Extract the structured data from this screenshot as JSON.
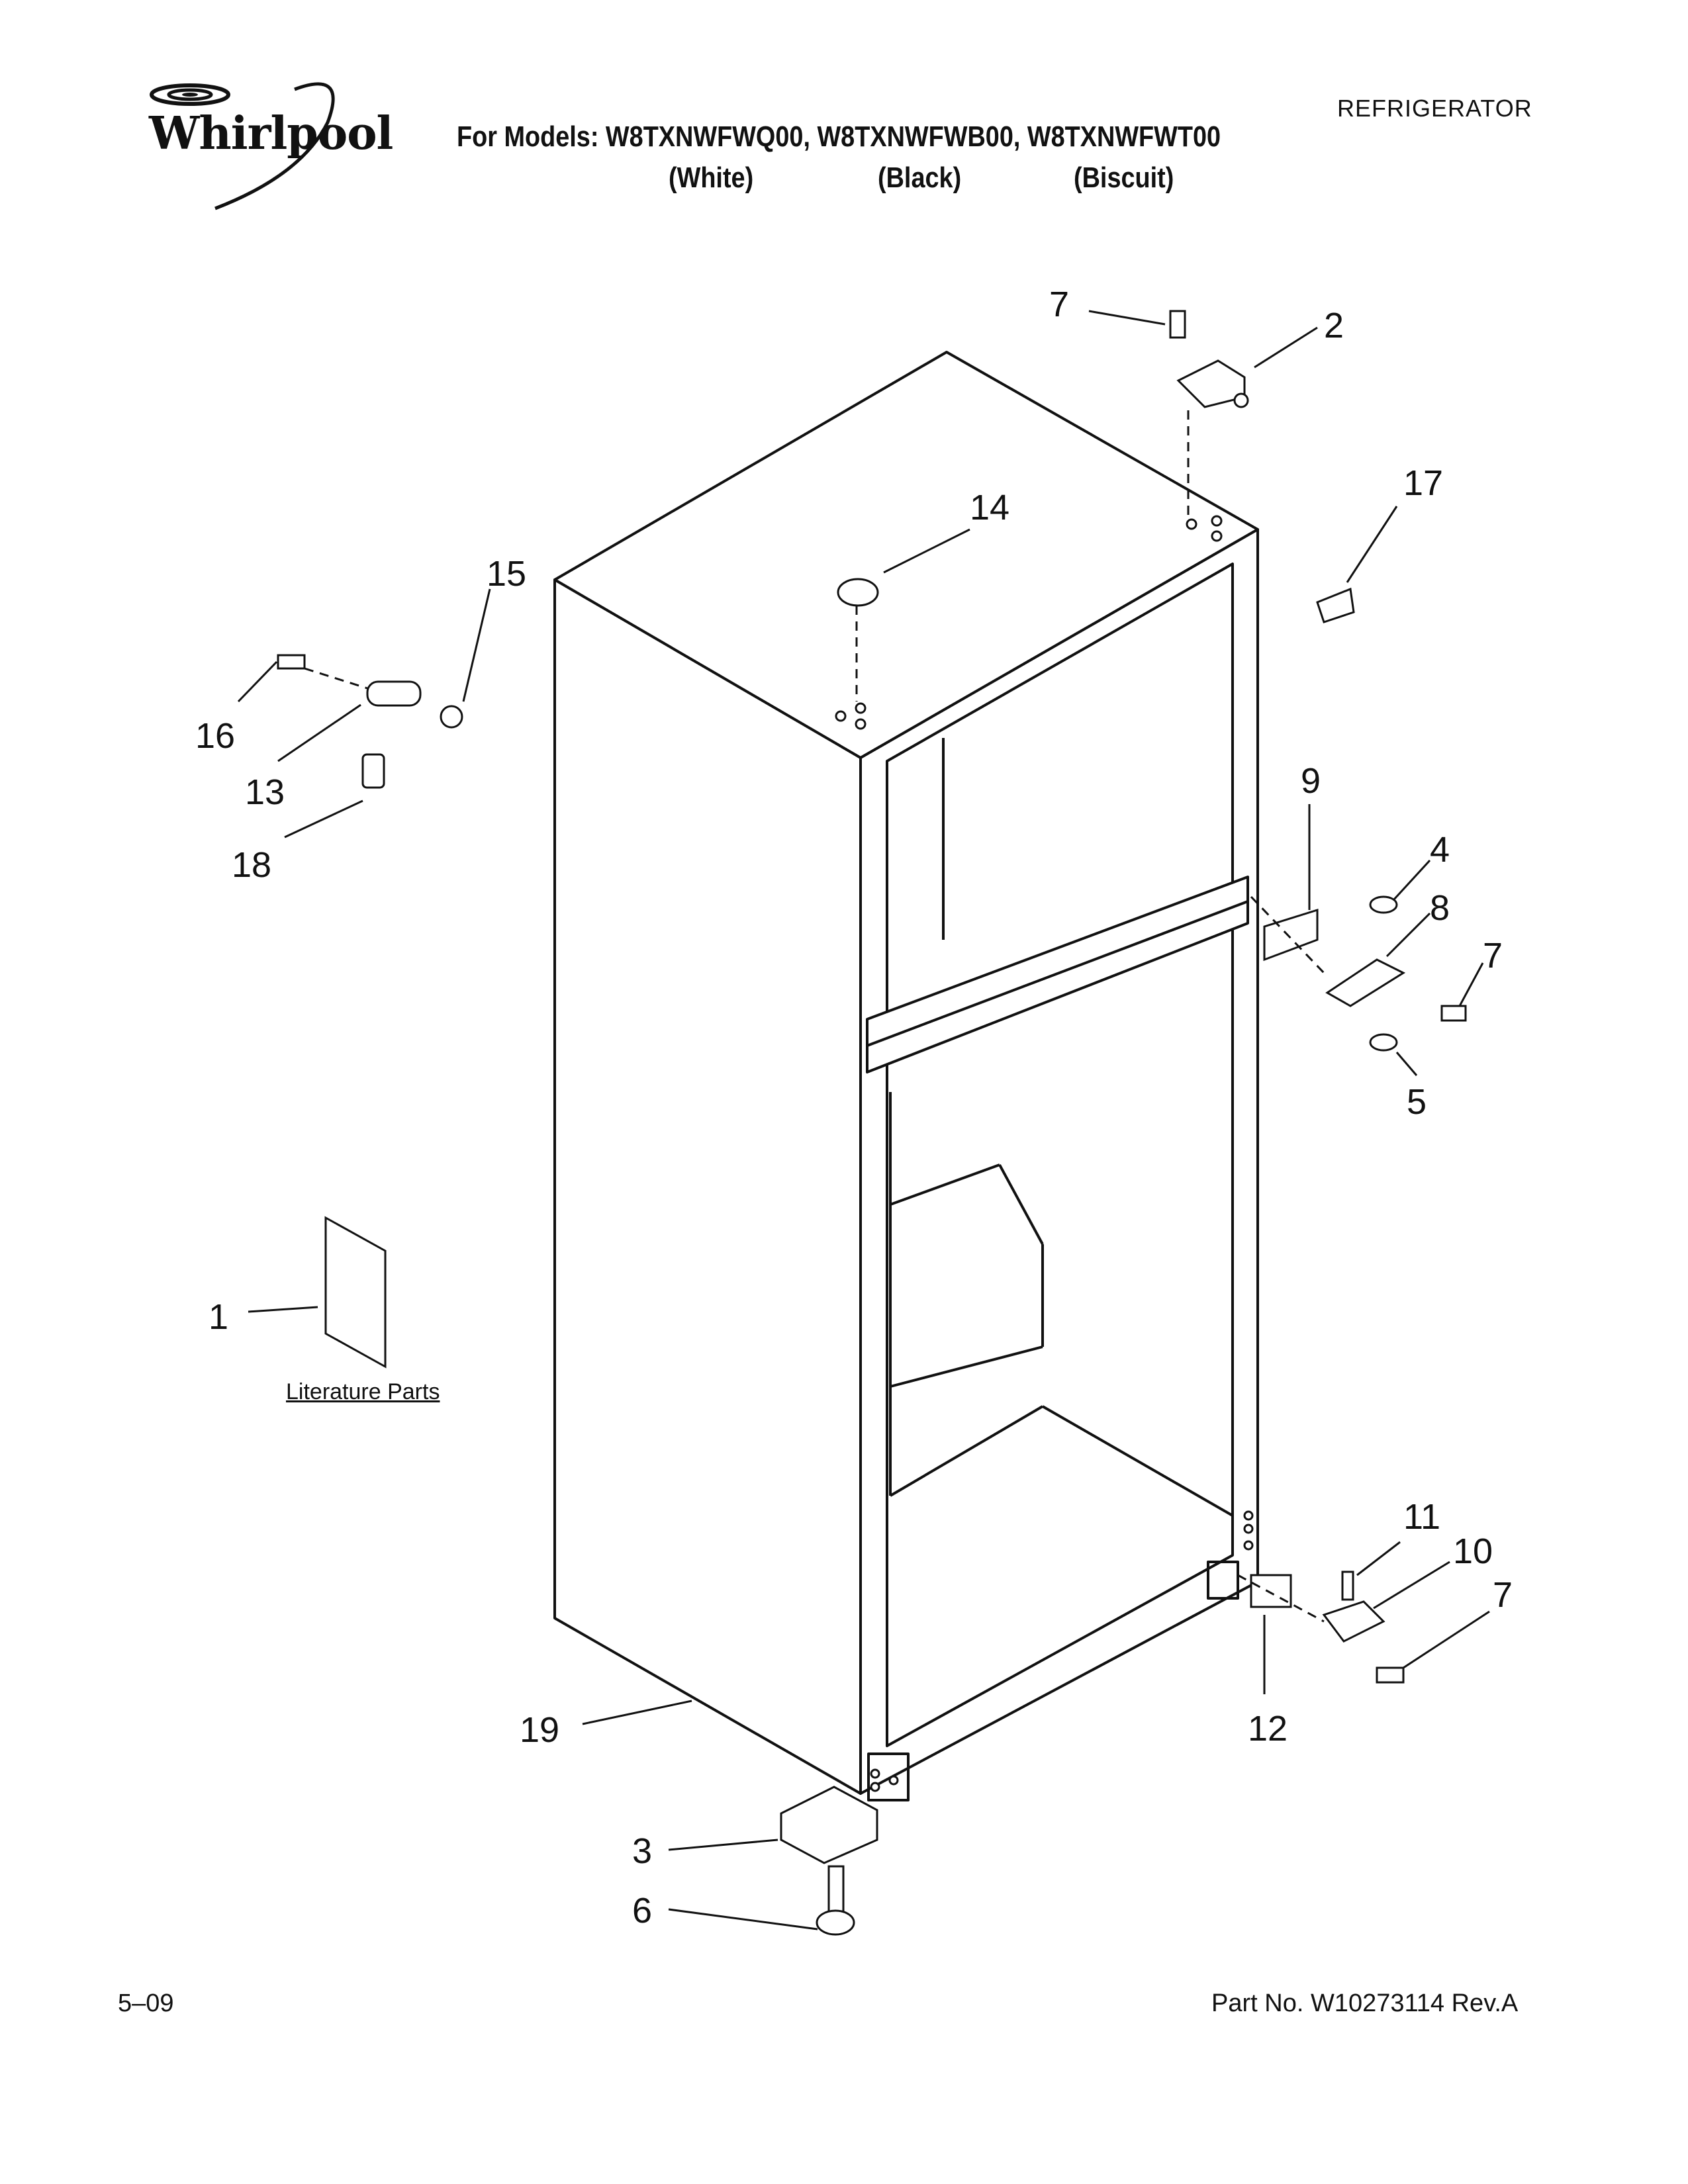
{
  "header": {
    "brand": "Whirlpool",
    "models_line": "For Models: W8TXNWFWQ00, W8TXNWFWB00, W8TXNWFWT00",
    "colors": [
      "(White)",
      "(Black)",
      "(Biscuit)"
    ],
    "category": "REFRIGERATOR"
  },
  "diagram": {
    "callouts": [
      "7",
      "2",
      "17",
      "14",
      "15",
      "16",
      "13",
      "18",
      "9",
      "4",
      "8",
      "7",
      "5",
      "1",
      "11",
      "10",
      "7",
      "12",
      "19",
      "3",
      "6"
    ],
    "literature_label": "Literature Parts"
  },
  "footer": {
    "date": "5–09",
    "part_number": "Part No. W10273114 Rev.A"
  }
}
